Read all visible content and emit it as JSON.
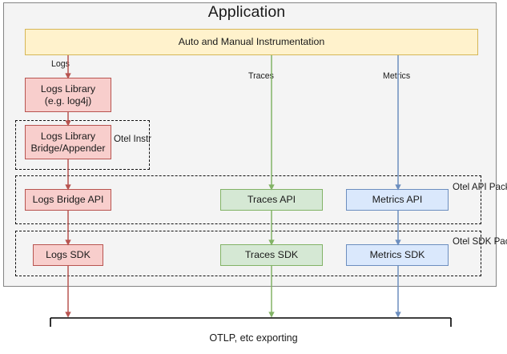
{
  "diagram": {
    "title": "Application",
    "header_box": {
      "label": "Auto and Manual Instrumentation",
      "fill": "#fff2cc",
      "stroke": "#d6b656"
    },
    "signal_colors": {
      "logs": "#b85450",
      "traces": "#82b366",
      "metrics": "#6c8ebf"
    },
    "edge_labels": {
      "logs": "Logs",
      "traces": "Traces",
      "metrics": "Metrics"
    },
    "groups": [
      {
        "name": "otel-instr",
        "label_lines": [
          "Otel",
          "Instr"
        ]
      },
      {
        "name": "otel-api-package",
        "label_lines": [
          "Otel",
          "API",
          "Package"
        ]
      },
      {
        "name": "otel-sdk-package",
        "label_lines": [
          "Otel",
          "SDK",
          "Package"
        ]
      }
    ],
    "nodes": {
      "logs_library": {
        "lines": [
          "Logs Library",
          "(e.g. log4j)"
        ],
        "fill": "#f8cecc",
        "stroke": "#b85450"
      },
      "logs_bridge_appender": {
        "lines": [
          "Logs Library",
          "Bridge/Appender"
        ],
        "fill": "#f8cecc",
        "stroke": "#b85450"
      },
      "logs_bridge_api": {
        "lines": [
          "Logs Bridge API"
        ],
        "fill": "#f8cecc",
        "stroke": "#b85450"
      },
      "traces_api": {
        "lines": [
          "Traces API"
        ],
        "fill": "#d5e8d4",
        "stroke": "#82b366"
      },
      "metrics_api": {
        "lines": [
          "Metrics API"
        ],
        "fill": "#dae8fc",
        "stroke": "#6c8ebf"
      },
      "logs_sdk": {
        "lines": [
          "Logs SDK"
        ],
        "fill": "#f8cecc",
        "stroke": "#b85450"
      },
      "traces_sdk": {
        "lines": [
          "Traces SDK"
        ],
        "fill": "#d5e8d4",
        "stroke": "#82b366"
      },
      "metrics_sdk": {
        "lines": [
          "Metrics SDK"
        ],
        "fill": "#dae8fc",
        "stroke": "#6c8ebf"
      }
    },
    "export": {
      "caption": "OTLP, etc exporting",
      "bracket_color": "#000000"
    }
  }
}
